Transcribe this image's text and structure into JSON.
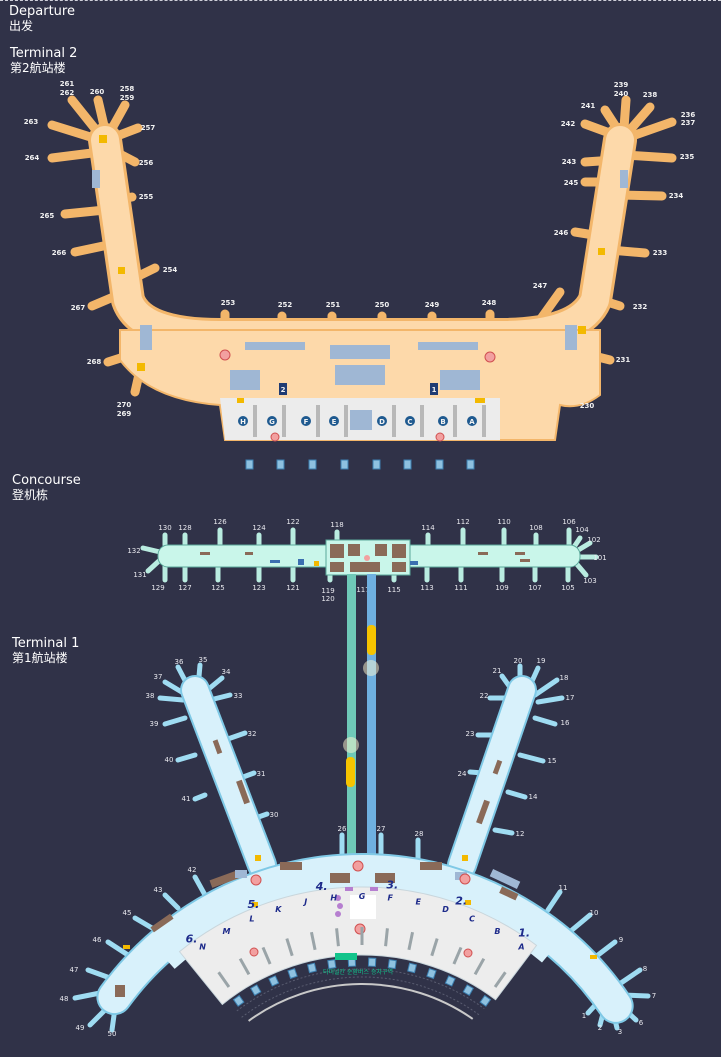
{
  "header": {
    "title": "Departure",
    "title_zh": "出发"
  },
  "terminal2": {
    "title": "Terminal 2",
    "title_zh": "第2航站楼",
    "gates": [
      "261",
      "262",
      "260",
      "258",
      "259",
      "257",
      "263",
      "256",
      "264",
      "255",
      "265",
      "266",
      "254",
      "267",
      "253",
      "252",
      "251",
      "250",
      "249",
      "248",
      "247",
      "268",
      "270",
      "269",
      "232",
      "231",
      "230",
      "233",
      "246",
      "234",
      "245",
      "235",
      "243",
      "242",
      "241",
      "239",
      "240",
      "238",
      "236",
      "237"
    ],
    "checkin_rows": [
      "H",
      "G",
      "F",
      "E",
      "D",
      "C",
      "B",
      "A"
    ],
    "zones": [
      "2",
      "1"
    ]
  },
  "concourse": {
    "title": "Concourse",
    "title_zh": "登机栋",
    "gates": [
      "130",
      "128",
      "126",
      "124",
      "122",
      "118",
      "114",
      "112",
      "110",
      "108",
      "106",
      "104",
      "102",
      "101",
      "103",
      "129",
      "127",
      "125",
      "123",
      "121",
      "119",
      "120",
      "117",
      "115",
      "113",
      "111",
      "109",
      "107",
      "105",
      "132",
      "131"
    ]
  },
  "terminal1": {
    "title": "Terminal 1",
    "title_zh": "第1航站楼",
    "gates": [
      "36",
      "35",
      "37",
      "34",
      "38",
      "33",
      "39",
      "32",
      "40",
      "31",
      "41",
      "30",
      "42",
      "43",
      "45",
      "46",
      "47",
      "48",
      "49",
      "50",
      "20",
      "19",
      "21",
      "18",
      "22",
      "17",
      "23",
      "16",
      "15",
      "24",
      "14",
      "12",
      "11",
      "10",
      "9",
      "8",
      "7",
      "6",
      "3",
      "2",
      "1",
      "26",
      "27",
      "28"
    ],
    "checkin_rows": [
      "N",
      "M",
      "L",
      "K",
      "J",
      "H",
      "G",
      "F",
      "E",
      "D",
      "C",
      "B",
      "A"
    ],
    "zones": [
      "6.",
      "5.",
      "4.",
      "3.",
      "2.",
      "1."
    ],
    "bus_zone": "터미널간 순환버스 승차구역"
  },
  "colors": {
    "background": "#303248",
    "t2_fill": "#fdd9aa",
    "t2_edge": "#f3b66a",
    "concourse_fill": "#c9f6ea",
    "t1_fill": "#d8f1fb",
    "t1_edge": "#7fc9e6",
    "checkin": "#ededed",
    "shop": "#8a6a58",
    "train": "#f6c400"
  }
}
